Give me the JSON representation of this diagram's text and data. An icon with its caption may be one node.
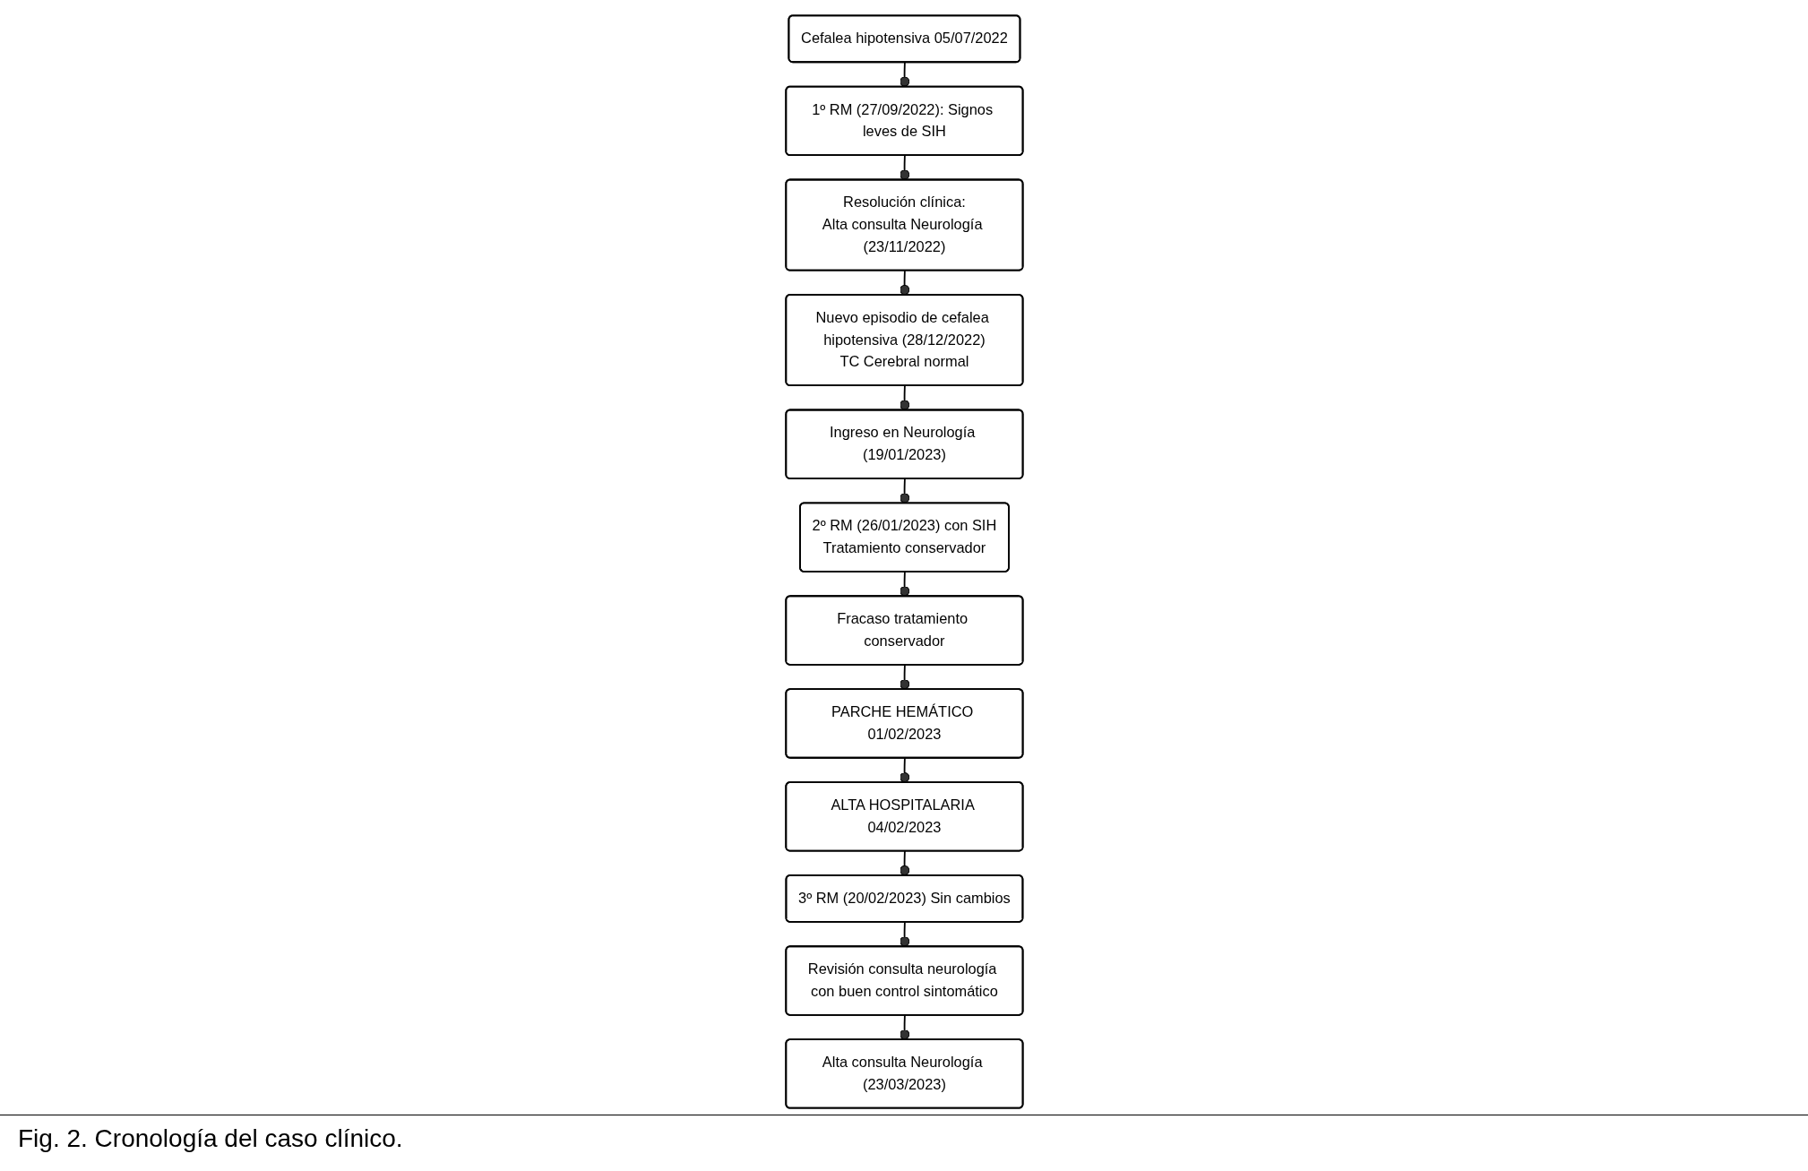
{
  "diagram": {
    "caption": "Fig. 2. Cronología del caso clínico.",
    "nodes": [
      {
        "text": [
          "Cefalea hipotensiva 05/07/2022"
        ]
      },
      {
        "text": [
          "1º RM (27/09/2022): Signos leves de SIH"
        ]
      },
      {
        "text": [
          "Resolución clínica:",
          "Alta consulta Neurología (23/11/2022)"
        ]
      },
      {
        "text": [
          "Nuevo episodio de cefalea hipotensiva (28/12/2022)",
          "TC Cerebral normal"
        ]
      },
      {
        "text": [
          "Ingreso en Neurología (19/01/2023)"
        ]
      },
      {
        "text": [
          "2º RM (26/01/2023) con SIH",
          "Tratamiento conservador"
        ]
      },
      {
        "text": [
          "Fracaso tratamiento conservador"
        ]
      },
      {
        "text": [
          "PARCHE HEMÁTICO 01/02/2023"
        ]
      },
      {
        "text": [
          "ALTA HOSPITALARIA 04/02/2023"
        ]
      },
      {
        "text": [
          "3º RM (20/02/2023) Sin cambios"
        ]
      },
      {
        "text": [
          "Revisión consulta neurología con buen control sintomático"
        ]
      },
      {
        "text": [
          "Alta consulta Neurología (23/03/2023)"
        ]
      }
    ],
    "edges": [
      {
        "from": 0,
        "to": 1,
        "arrow": "other"
      },
      {
        "from": 1,
        "to": 2,
        "arrow": "other"
      },
      {
        "from": 2,
        "to": 3,
        "arrow": "other"
      },
      {
        "from": 3,
        "to": 4,
        "arrow": "other"
      },
      {
        "from": 4,
        "to": 5,
        "arrow": "other"
      },
      {
        "from": 5,
        "to": 6,
        "arrow": "other"
      },
      {
        "from": 6,
        "to": 7,
        "arrow": "other"
      },
      {
        "from": 7,
        "to": 8,
        "arrow": "other"
      },
      {
        "from": 8,
        "to": 9,
        "arrow": "other"
      },
      {
        "from": 9,
        "to": 10,
        "arrow": "other"
      },
      {
        "from": 10,
        "to": 11,
        "arrow": "other"
      }
    ]
  }
}
